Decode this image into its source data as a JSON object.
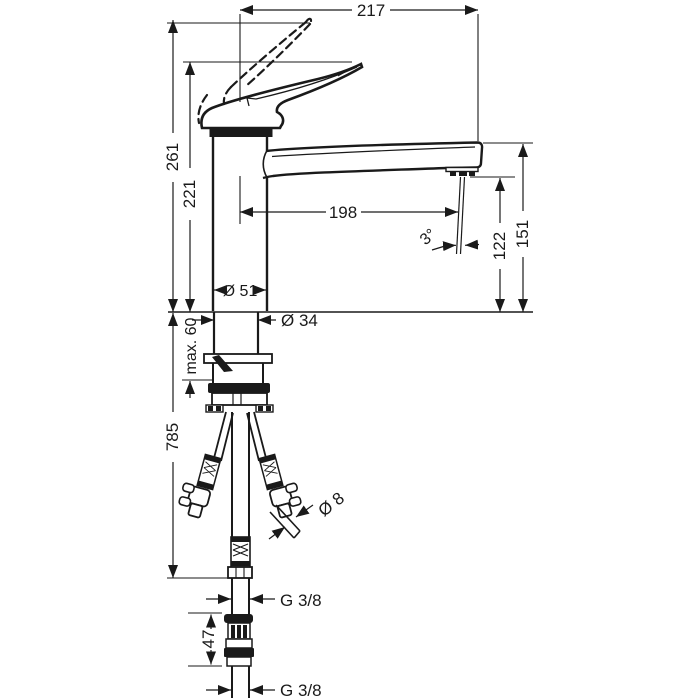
{
  "drawing": {
    "type": "technical-dimension-diagram",
    "subject": "single-lever kitchen faucet, side elevation with mounting parts",
    "units": "mm",
    "dims": {
      "spout_projection_total": "217",
      "height_handle_raised": "261",
      "height_handle_closed": "221",
      "spout_reach": "198",
      "stream_angle": "3°",
      "outlet_height": "122",
      "spout_top_height": "151",
      "body_diameter": "Ø 51",
      "shank_diameter": "Ø 34",
      "max_deck_thickness": "max. 60",
      "hose_length": "785",
      "tube_diameter": "Ø 8",
      "connection_top": "G 3/8",
      "valve_height": "47",
      "connection_bottom": "G 3/8"
    },
    "line_color": "#1a1a1a",
    "background": "#ffffff"
  }
}
